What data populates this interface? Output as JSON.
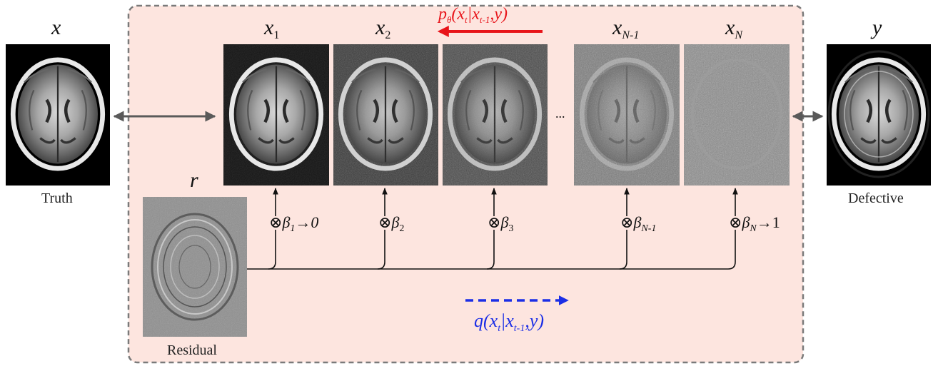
{
  "labels": {
    "x": "x",
    "x1": "x",
    "x1_sub": "1",
    "x2": "x",
    "x2_sub": "2",
    "xN1": "x",
    "xN1_sub": "N-1",
    "xN": "x",
    "xN_sub": "N",
    "y": "y",
    "r": "r",
    "ellipsis": "..."
  },
  "captions": {
    "truth": "Truth",
    "defective": "Defective",
    "residual": "Residual"
  },
  "reverse_process": {
    "p": "p",
    "p_sub": "θ",
    "open": "(x",
    "xt_sub": "t",
    "bar": "|x",
    "xt1_sub": "t-1",
    "close": ",y)"
  },
  "forward_process": {
    "q_open": "q(x",
    "xt_sub": "t",
    "bar": "|x",
    "xt1_sub": "t-1",
    "close": ",y)"
  },
  "betas": [
    {
      "sym": "β",
      "sub": "1",
      "suffix": "→0"
    },
    {
      "sym": "β",
      "sub": "2",
      "suffix": ""
    },
    {
      "sym": "β",
      "sub": "3",
      "suffix": ""
    },
    {
      "sym": "β",
      "sub": "N-1",
      "suffix": ""
    },
    {
      "sym": "β",
      "sub": "N",
      "suffix": "→1"
    }
  ],
  "otimes": "⊗",
  "colors": {
    "panel_fill": "#fde5df",
    "panel_border": "#7a7a7a",
    "reverse_arrow": "#e8141a",
    "forward_arrow": "#1b2ee6",
    "gray_arrow": "#5a5a5a"
  }
}
